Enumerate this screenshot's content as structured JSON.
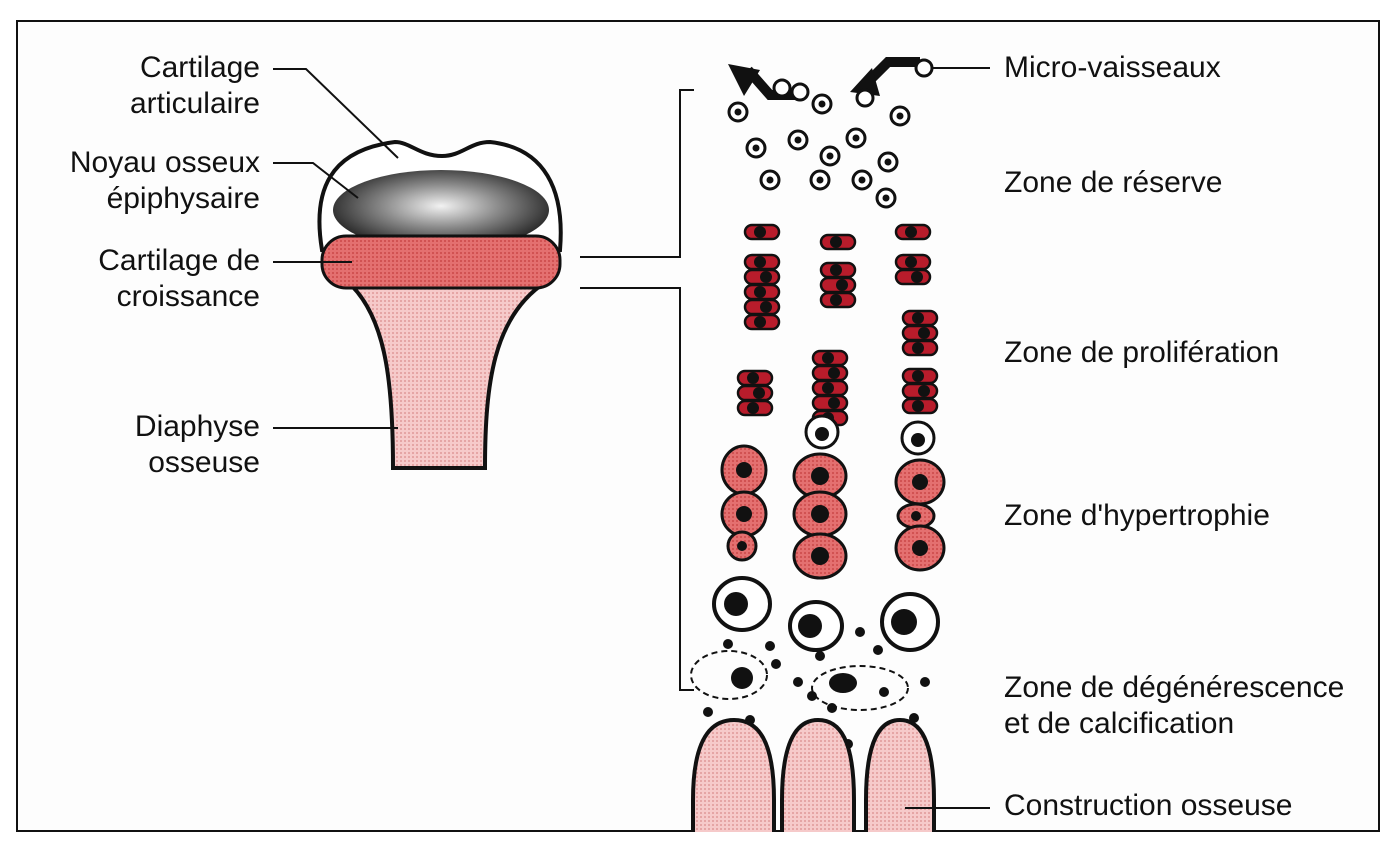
{
  "left_labels": {
    "cartilage_articulaire": [
      "Cartilage",
      "articulaire"
    ],
    "noyau_osseux": [
      "Noyau osseux",
      "épiphysaire"
    ],
    "cartilage_croissance": [
      "Cartilage de",
      "croissance"
    ],
    "diaphyse": [
      "Diaphyse",
      "osseuse"
    ]
  },
  "right_labels": {
    "micro_vaisseaux": "Micro-vaisseaux",
    "zone_reserve": "Zone de réserve",
    "zone_proliferation": "Zone de prolifération",
    "zone_hypertrophie": "Zone d'hypertrophie",
    "zone_degenerescence": [
      "Zone de dégénérescence",
      "et de calcification"
    ],
    "construction_osseuse": "Construction osseuse"
  },
  "colors": {
    "cartilage_red": "#e06a6a",
    "cell_red": "#b81c2b",
    "bone_pink": "#f2b9b9",
    "ink": "#111111"
  }
}
